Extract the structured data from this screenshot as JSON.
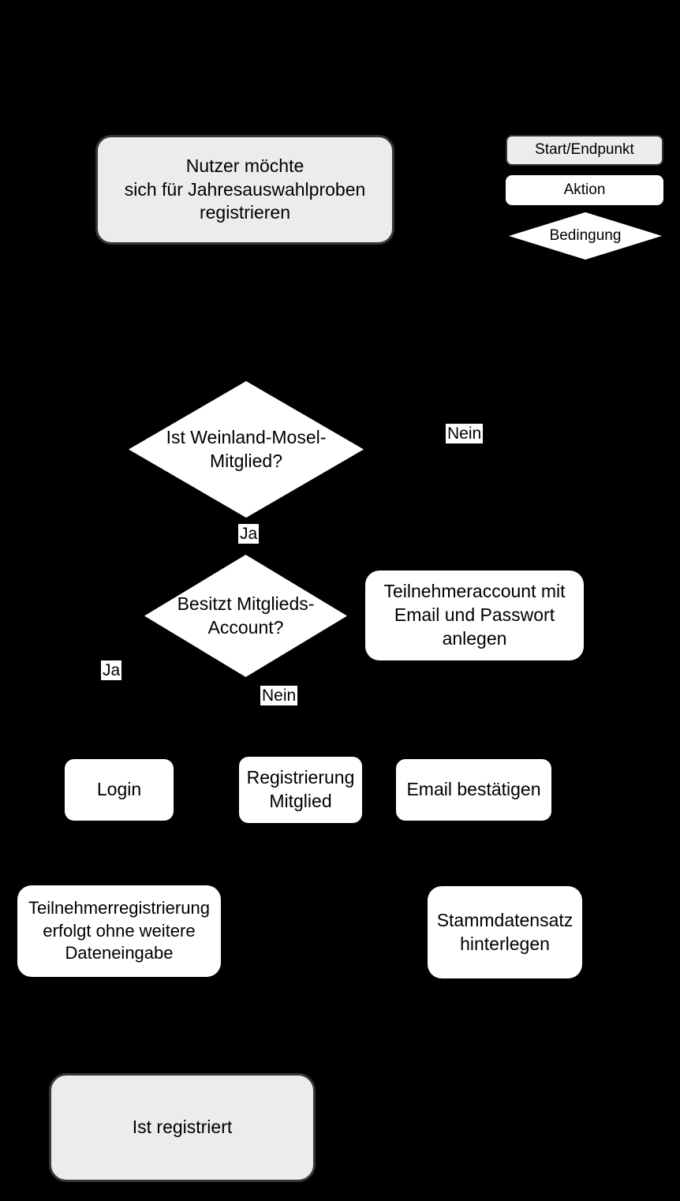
{
  "colors": {
    "background": "#000000",
    "start_end_fill": "#ececec",
    "start_end_border": "#33373c",
    "action_fill": "#ffffff",
    "condition_fill": "#ffffff",
    "text": "#000000"
  },
  "legend": {
    "start_end_label": "Start/Endpunkt",
    "action_label": "Aktion",
    "condition_label": "Bedingung"
  },
  "nodes": {
    "start": {
      "type": "start-end",
      "text": "Nutzer möchte\nsich für Jahresauswahlproben\nregistrieren"
    },
    "cond_member": {
      "type": "condition",
      "text": "Ist Weinland-Mosel-\nMitglied?"
    },
    "cond_account": {
      "type": "condition",
      "text": "Besitzt Mitglieds-\nAccount?"
    },
    "create_account": {
      "type": "action",
      "text": "Teilnehmeraccount mit\nEmail und Passwort\nanlegen"
    },
    "login": {
      "type": "action",
      "text": "Login"
    },
    "register_member": {
      "type": "action",
      "text": "Registrierung\nMitglied"
    },
    "confirm_email": {
      "type": "action",
      "text": "Email bestätigen"
    },
    "participant_registration": {
      "type": "action",
      "text": "Teilnehmerregistrierung\nerfolgt ohne weitere\nDateneingabe"
    },
    "store_master_data": {
      "type": "action",
      "text": "Stammdatensatz\nhinterlegen"
    },
    "end": {
      "type": "start-end",
      "text": "Ist registriert"
    }
  },
  "edge_labels": {
    "member_no": "Nein",
    "member_yes": "Ja",
    "account_yes": "Ja",
    "account_no": "Nein"
  }
}
